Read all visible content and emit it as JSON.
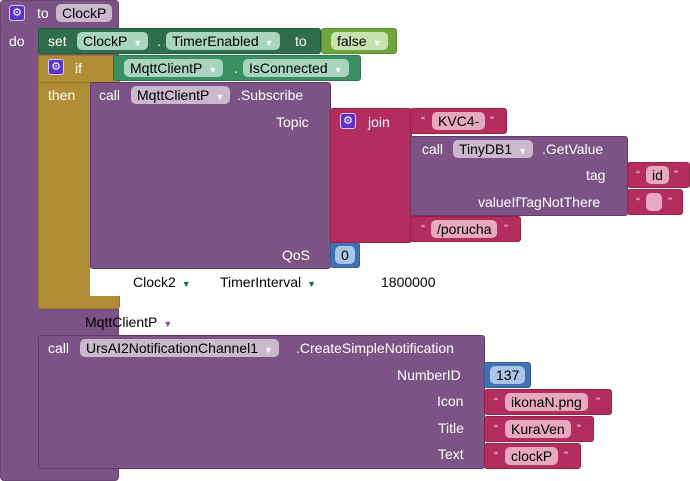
{
  "procedure": {
    "keyword_to": "to",
    "name": "ClockP",
    "keyword_do": "do"
  },
  "set_block": {
    "keyword": "set",
    "component": "ClockP",
    "dot": ".",
    "property": "TimerEnabled",
    "keyword_to": "to",
    "value": "false"
  },
  "if_block": {
    "keyword_if": "if",
    "keyword_then": "then",
    "condition_component": "MqttClientP",
    "dot": ".",
    "condition_property": "IsConnected"
  },
  "subscribe_call": {
    "keyword": "call",
    "component": "MqttClientP",
    "method": ".Subscribe",
    "param_topic": "Topic",
    "param_qos": "QoS",
    "qos_value": "0"
  },
  "join_block": {
    "keyword": "join",
    "string1": "KVC4-",
    "string3": "/porucha"
  },
  "getvalue_call": {
    "keyword": "call",
    "component": "TinyDB1",
    "method": ".GetValue",
    "param_tag": "tag",
    "tag_value": "id",
    "param_default": "valueIfTagNotThere",
    "default_value": ""
  },
  "ghost_set_clock2": {
    "component": "Clock2",
    "property": "TimerInterval",
    "value": "1800000"
  },
  "ghost_mqtt": {
    "component": "MqttClientP"
  },
  "notification_call": {
    "keyword": "call",
    "component": "UrsAI2NotificationChannel1",
    "method": ".CreateSimpleNotification",
    "param_numberid": "NumberID",
    "numberid_value": "137",
    "param_icon": "Icon",
    "icon_value": "ikonaN.png",
    "param_title": "Title",
    "title_value": "KuraVen",
    "param_text": "Text",
    "text_value": "clockP"
  },
  "glyphs": {
    "gear": "⚙",
    "dropdown": "▼",
    "open_quote": "“",
    "close_quote": "”"
  }
}
